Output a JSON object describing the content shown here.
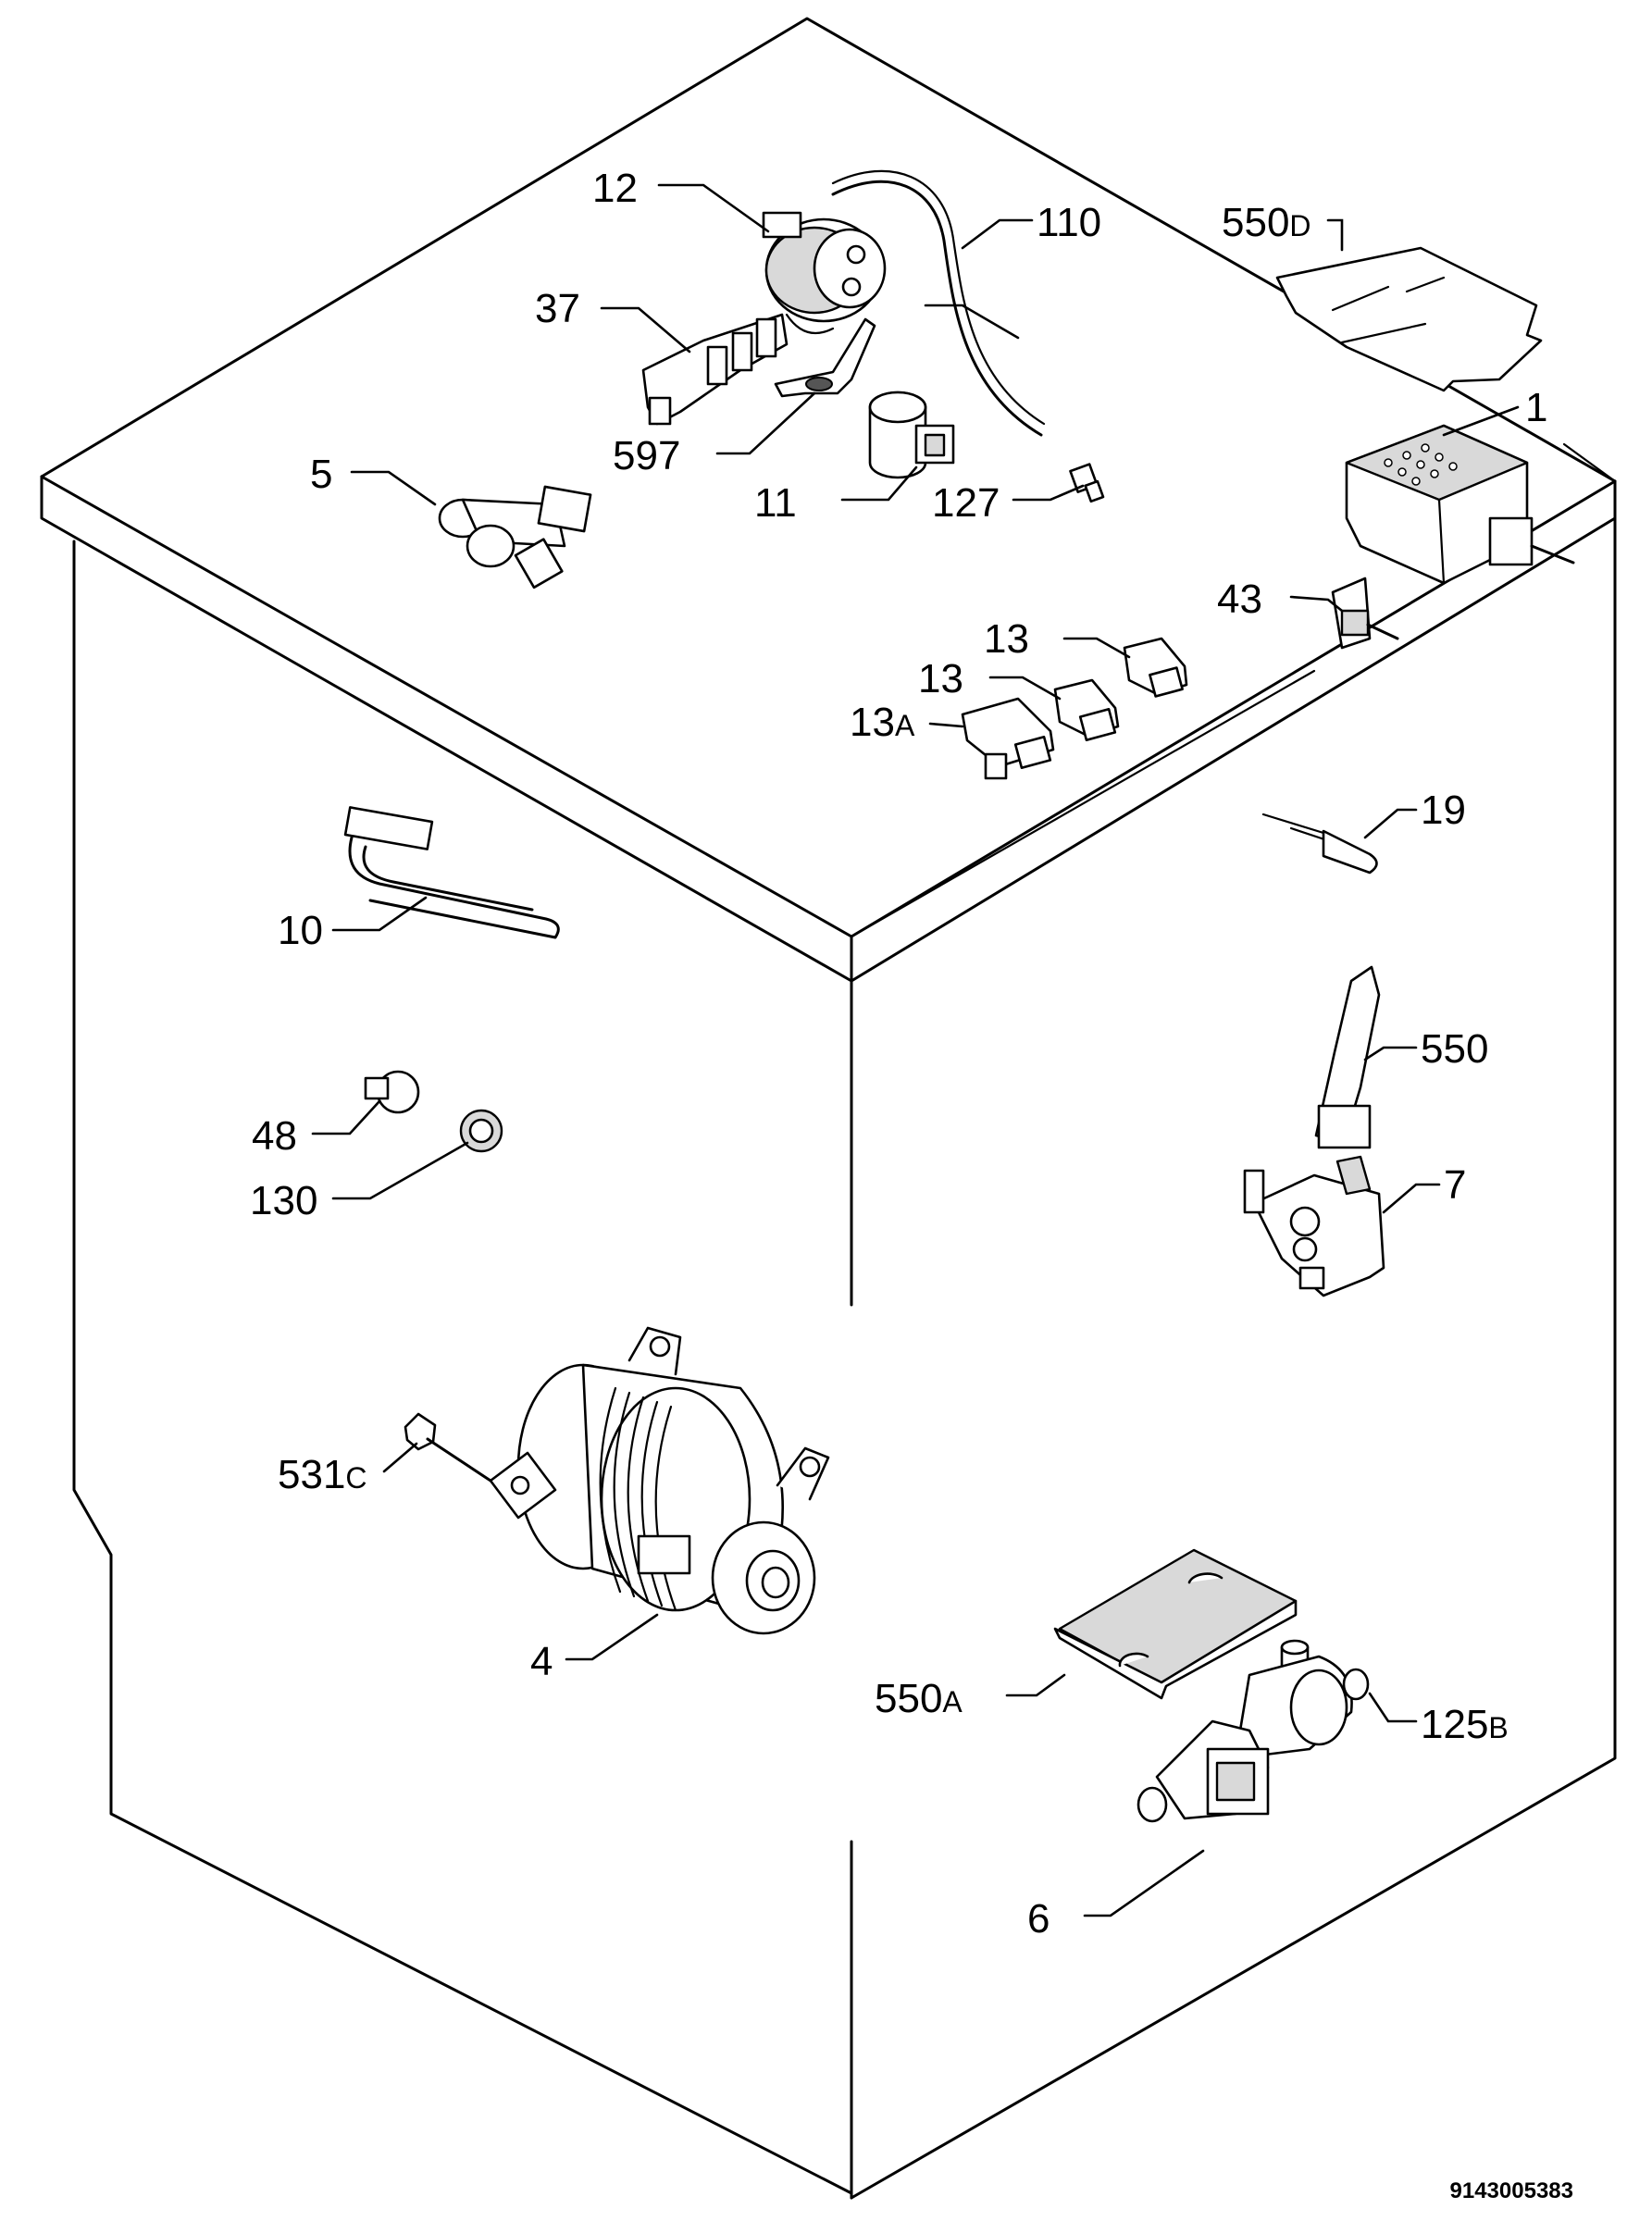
{
  "diagram_code": "9143005383",
  "parts": {
    "p12": {
      "num": "12",
      "sfx": ""
    },
    "p110": {
      "num": "110",
      "sfx": ""
    },
    "p550d": {
      "num": "550",
      "sfx": "D"
    },
    "p37": {
      "num": "37",
      "sfx": ""
    },
    "p1": {
      "num": "1",
      "sfx": ""
    },
    "p5": {
      "num": "5",
      "sfx": ""
    },
    "p597": {
      "num": "597",
      "sfx": ""
    },
    "p11": {
      "num": "11",
      "sfx": ""
    },
    "p127": {
      "num": "127",
      "sfx": ""
    },
    "p43": {
      "num": "43",
      "sfx": ""
    },
    "p13a": {
      "num": "13",
      "sfx": ""
    },
    "p13b": {
      "num": "13",
      "sfx": ""
    },
    "p13c": {
      "num": "13",
      "sfx": "A"
    },
    "p19": {
      "num": "19",
      "sfx": ""
    },
    "p10": {
      "num": "10",
      "sfx": ""
    },
    "p550": {
      "num": "550",
      "sfx": ""
    },
    "p48": {
      "num": "48",
      "sfx": ""
    },
    "p130": {
      "num": "130",
      "sfx": ""
    },
    "p7": {
      "num": "7",
      "sfx": ""
    },
    "p531c": {
      "num": "531",
      "sfx": "C"
    },
    "p4": {
      "num": "4",
      "sfx": ""
    },
    "p550a": {
      "num": "550",
      "sfx": "A"
    },
    "p125b": {
      "num": "125",
      "sfx": "B"
    },
    "p6": {
      "num": "6",
      "sfx": ""
    }
  }
}
